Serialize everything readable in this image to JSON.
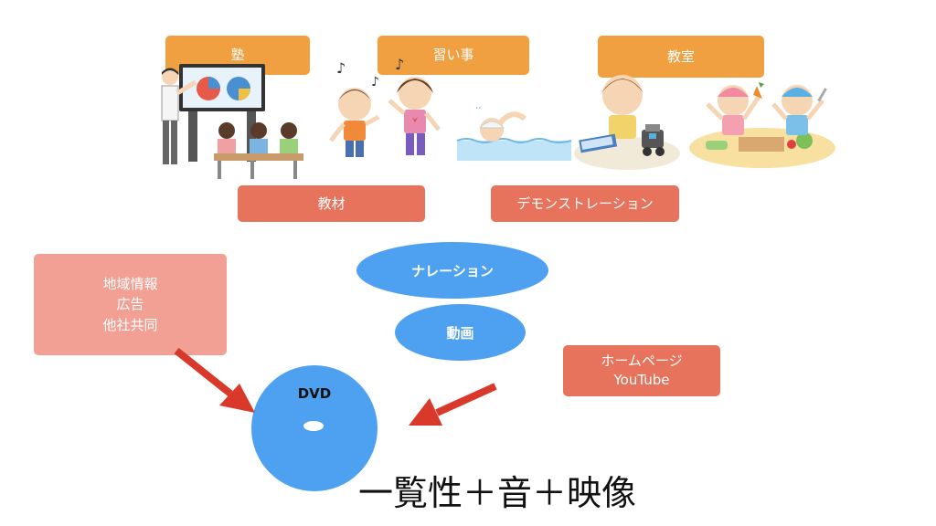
{
  "colors": {
    "orange": "#f0a040",
    "red": "#e8735c",
    "pink": "#f2a094",
    "blue": "#4ea1f0",
    "arrow": "#d9392b"
  },
  "labels": {
    "juku": "塾",
    "naraigoto": "習い事",
    "kyoshitsu": "教室",
    "kyozai": "教材",
    "demonstration": "デモンストレーション",
    "narration": "ナレーション",
    "douga": "動画",
    "dvd": "DVD"
  },
  "left_box": [
    "地域情報",
    "広告",
    "他社共同"
  ],
  "right_box": [
    "ホームページ",
    "YouTube"
  ],
  "caption": "一覧性＋音＋映像",
  "illustrations": [
    "teacher-classroom-illustration",
    "dancing-children-illustration",
    "swimming-child-illustration",
    "robot-programming-illustration",
    "cooking-children-illustration"
  ]
}
